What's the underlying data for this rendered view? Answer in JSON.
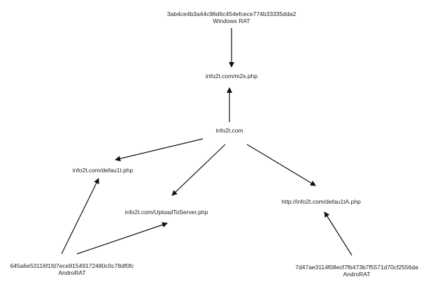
{
  "nodes": {
    "windows_rat": {
      "hash": "3ab4ce4b3a44c96d6c454efcece774b33335dda2",
      "kind": "Windows RAT"
    },
    "m2s": {
      "label": "info2t.com/m2s.php"
    },
    "domain": {
      "label": "info2t.com"
    },
    "defau1t": {
      "label": "info2t.com/defau1t.php"
    },
    "upload": {
      "label": "info2t.com/UploadToServer.php"
    },
    "defau1ta": {
      "label": "http://info2t.com/defau1tA.php"
    },
    "androrat_1": {
      "hash": "645a6e53116f1fd7ece91549172480c0c78df0fc",
      "kind": "AndroRAT"
    },
    "androrat_2": {
      "hash": "7d47ae3114f08ecf7fb473b7f5571d70cf2556da",
      "kind": "AndroRAT"
    }
  },
  "colors": {
    "edge": "#111111",
    "text": "#222222",
    "background": "#ffffff"
  }
}
